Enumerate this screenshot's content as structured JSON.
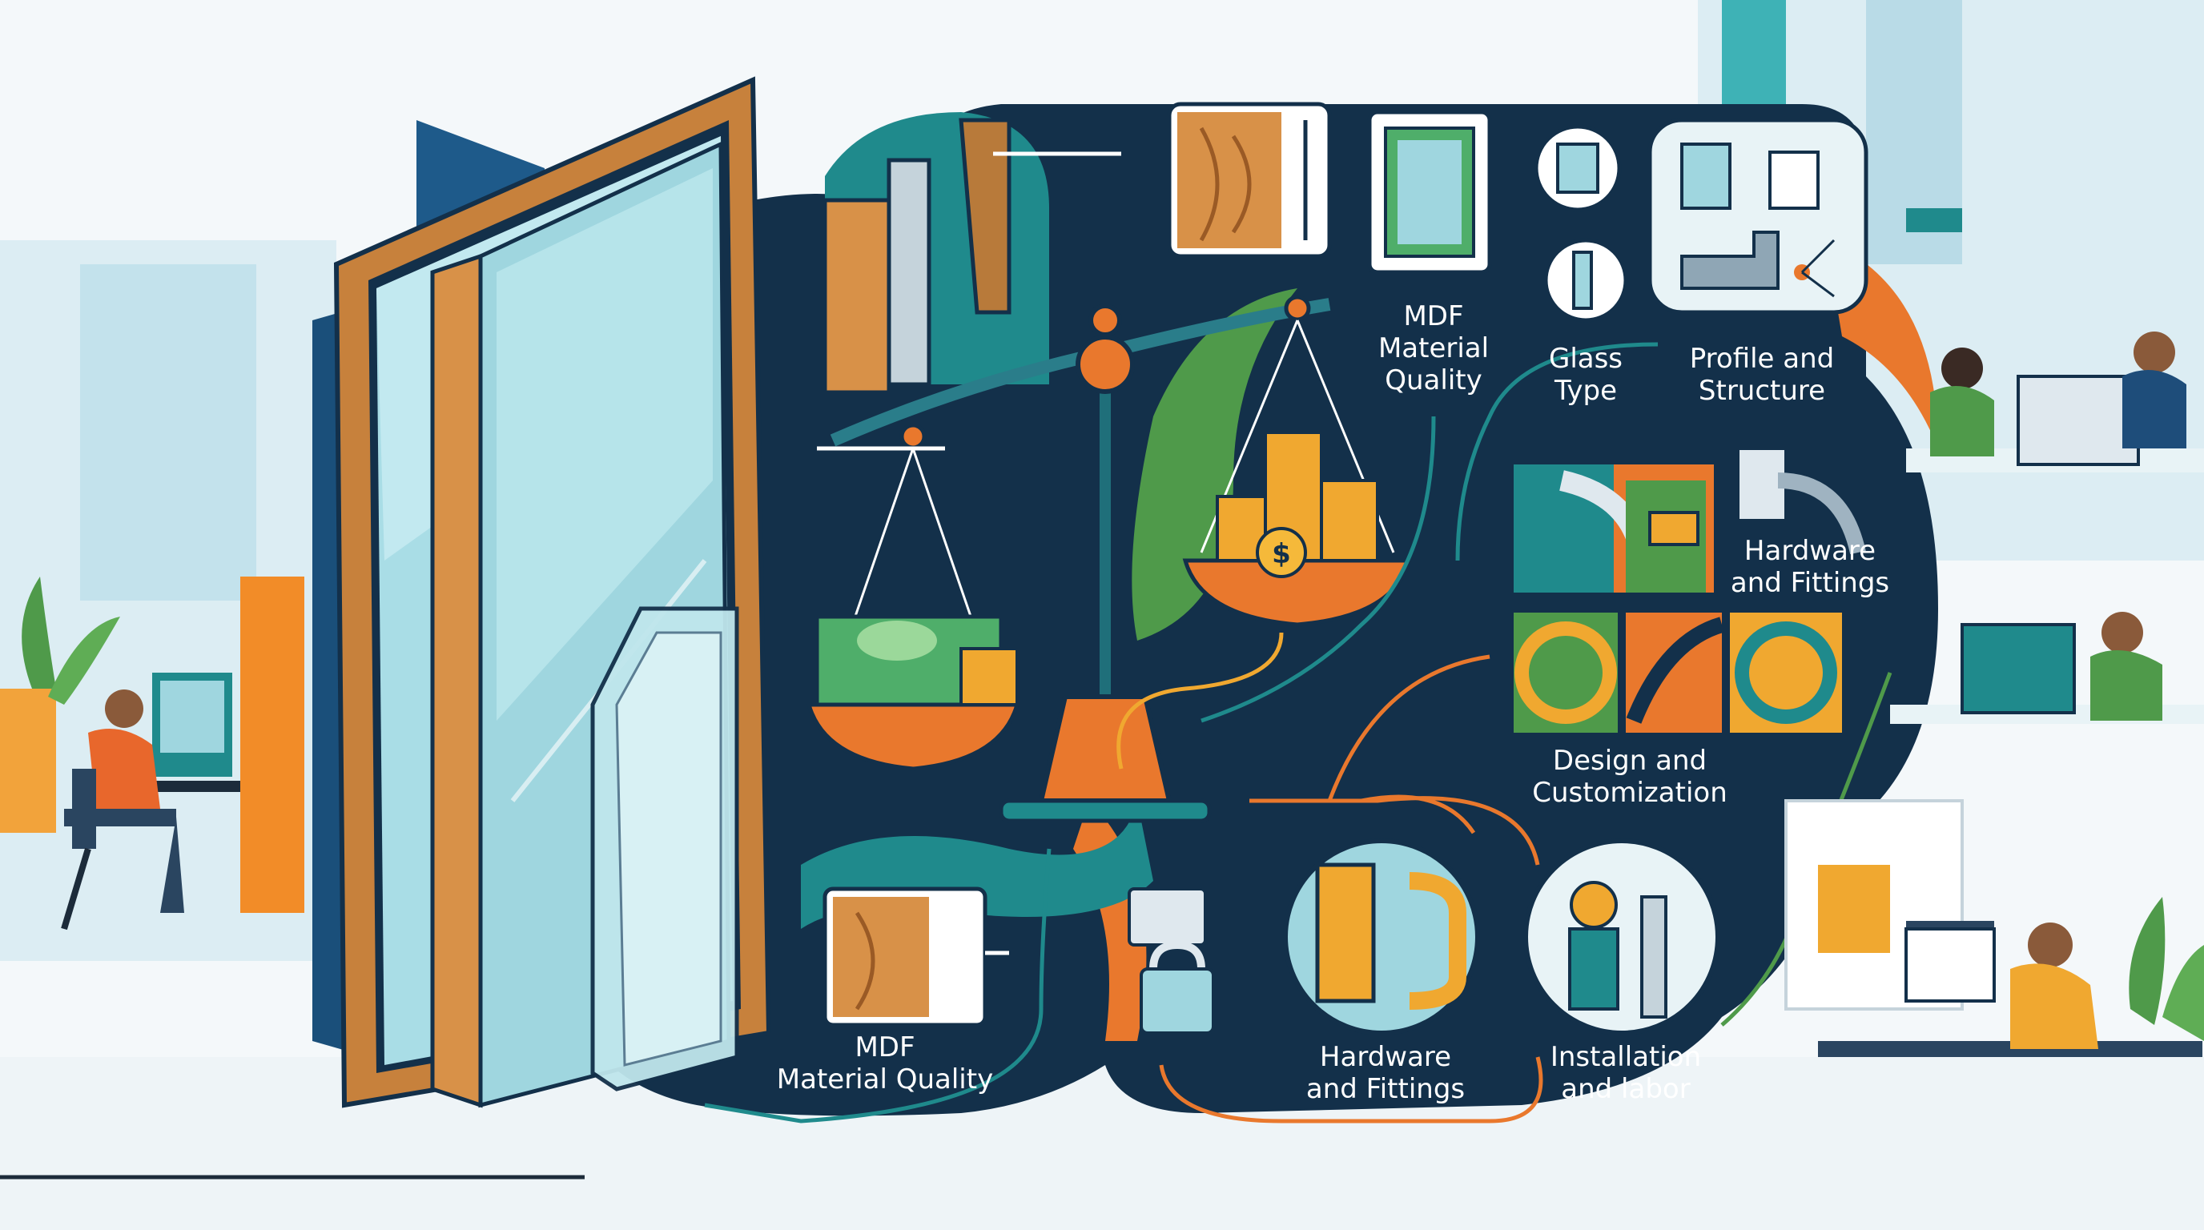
{
  "labels": {
    "mdf_top": "MDF\nMaterial\nQuality",
    "glass_type": "Glass\nType",
    "profile_structure": "Profile and\nStructure",
    "hardware_top": "Hardware\nand Fittings",
    "design": "Design and\nCustomization",
    "mdf_bottom": "MDF\nMaterial Quality",
    "hardware_bottom": "Hardware\nand Fittings",
    "installation": "Installation\nand labor"
  },
  "icons": {
    "currency": "$"
  },
  "colors": {
    "navy": "#13304a",
    "teal": "#1f8a8c",
    "green": "#4f9a4a",
    "orange": "#e9782d",
    "gold": "#f0a830",
    "wood": "#c7813c",
    "glass": "#a9dde6",
    "sky": "#d6ebf2"
  }
}
